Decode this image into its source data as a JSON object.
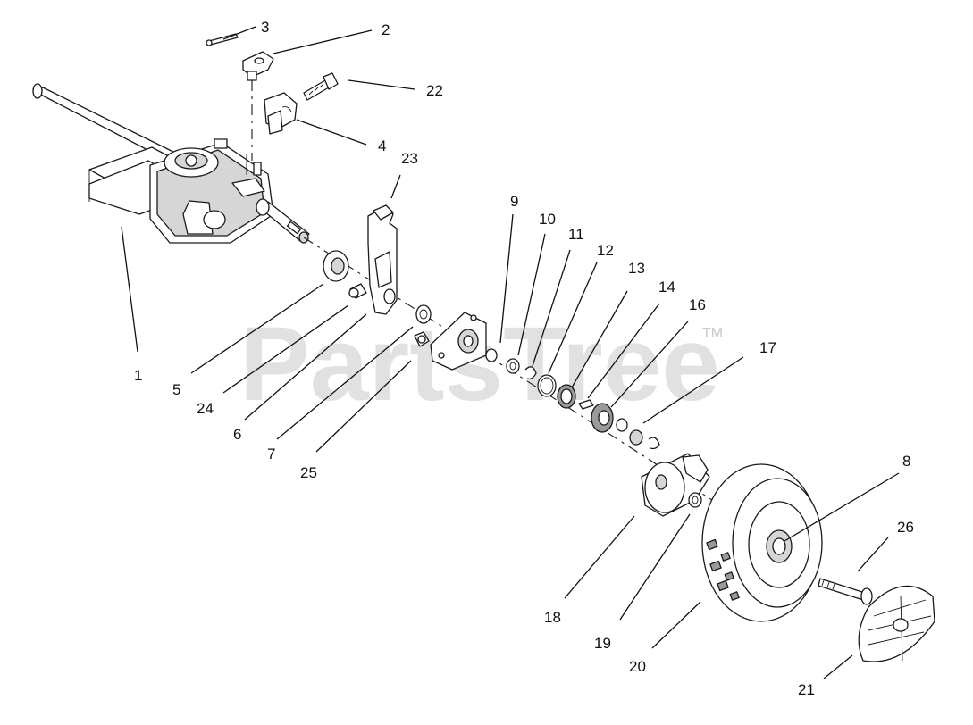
{
  "watermark": {
    "text": "PartsTree",
    "tm": "TM"
  },
  "callouts": [
    "1",
    "2",
    "3",
    "4",
    "5",
    "6",
    "7",
    "8",
    "9",
    "10",
    "11",
    "12",
    "13",
    "14",
    "16",
    "17",
    "18",
    "19",
    "20",
    "21",
    "22",
    "23",
    "24",
    "25",
    "26"
  ]
}
